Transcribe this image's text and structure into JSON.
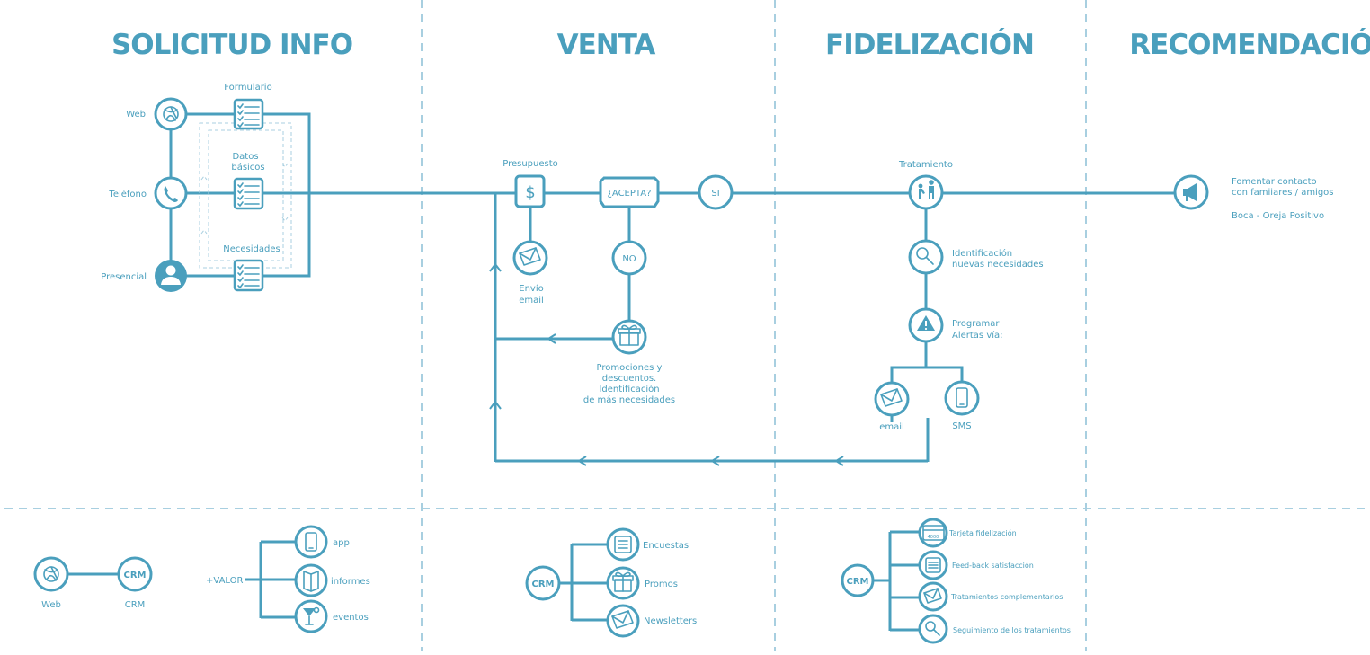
{
  "sections": {
    "solicitud": "SOLICITUD INFO",
    "venta": "VENTA",
    "fidelizacion": "FIDELIZACIÓN",
    "recomendacion": "RECOMENDACIÓN"
  },
  "solicitud": {
    "web": "Web",
    "telefono": "Teléfono",
    "presencial": "Presencial",
    "formulario": "Formulario",
    "datos_1": "Datos",
    "datos_2": "básicos",
    "necesidades": "Necesidades"
  },
  "venta": {
    "presupuesto": "Presupuesto",
    "acepta": "¿ACEPTA?",
    "si": "SI",
    "no": "NO",
    "envio_1": "Envío",
    "envio_2": "email",
    "promo_1": "Promociones y",
    "promo_2": "descuentos.",
    "promo_3": "Identificación",
    "promo_4": "de más necesidades"
  },
  "fidelizacion": {
    "tratamiento": "Tratamiento",
    "ident_1": "Identificación",
    "ident_2": "nuevas necesidades",
    "prog_1": "Programar",
    "prog_2": "Alertas vía:",
    "email": "email",
    "sms": "SMS"
  },
  "recomendacion": {
    "line1": "Fomentar contacto",
    "line2": "con famiiares / amigos",
    "line3": "Boca - Oreja Positivo"
  },
  "bottom": {
    "web": "Web",
    "crm": "CRM",
    "crm_logo": "CRM",
    "valor": "+VALOR",
    "app": "app",
    "informes": "informes",
    "eventos": "eventos",
    "encuestas": "Encuestas",
    "promos": "Promos",
    "newsletters": "Newsletters",
    "tarjeta": "Tarjeta fidelización",
    "tarjeta_num": "4000",
    "feedback": "Feed-back satisfacción",
    "tratamientos": "Tratamientos complementarios",
    "seguimiento": "Seguimiento de los tratamientos"
  },
  "colors": {
    "primary": "#4a9fbd",
    "dashed": "#a8cfe0",
    "background": "#ffffff"
  }
}
